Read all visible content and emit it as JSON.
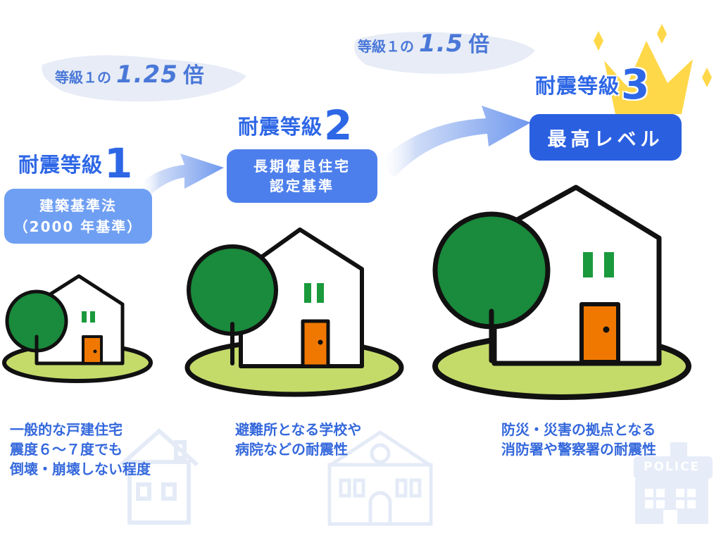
{
  "ratios": {
    "r1": {
      "prefix": "等級１の",
      "value": "1.25",
      "suffix": "倍"
    },
    "r2": {
      "prefix": "等級１の",
      "value": "1.5",
      "suffix": "倍"
    }
  },
  "levels": [
    {
      "title": "耐震等級",
      "number": "1",
      "box_line1": "建築基準法",
      "box_line2": "（2000 年基準）",
      "desc": [
        "一般的な戸建住宅",
        "震度６～７度でも",
        "倒壊・崩壊しない程度"
      ]
    },
    {
      "title": "耐震等級",
      "number": "2",
      "box_line1": "長期優良住宅",
      "box_line2": "認定基準",
      "desc": [
        "避難所となる学校や",
        "病院などの耐震性"
      ]
    },
    {
      "title": "耐震等級",
      "number": "3",
      "box_line1": "最高レベル",
      "desc": [
        "防災・災害の拠点となる",
        "消防署や警察署の耐震性"
      ]
    }
  ],
  "police_sign": "POLICE",
  "colors": {
    "accent_blue": "#2e67e6",
    "box_light": "#6f9ff2",
    "box_mid": "#4d7fec",
    "box_dark": "#2a5fe0",
    "tree": "#1a8a3c",
    "lawn": "#c4db6a",
    "door": "#f07800",
    "window": "#1a9a3c",
    "crown": "#ffd84a",
    "watermark": "#e4ebf7"
  }
}
